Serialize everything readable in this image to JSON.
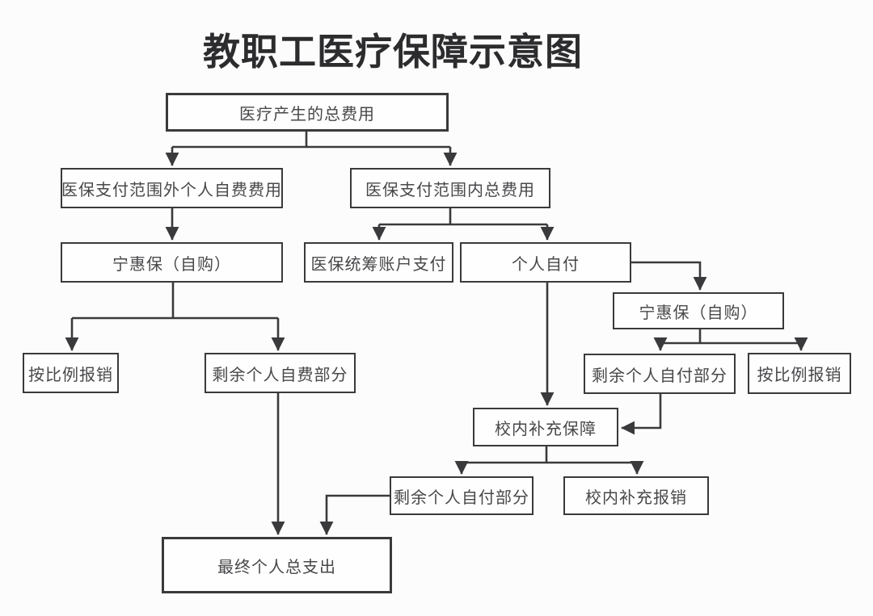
{
  "title": "教职工医疗保障示意图",
  "colors": {
    "page_bg": "#fcfcfc",
    "box_bg": "#fefefe",
    "line": "#3a3a3d",
    "text": "#48484b",
    "title": "#2c2c2e"
  },
  "nodes": {
    "total_cost": {
      "label": "医疗产生的总费用"
    },
    "out_of_scope": {
      "label": "医保支付范围外个人自费费用"
    },
    "in_scope": {
      "label": "医保支付范围内总费用"
    },
    "ninghuibao_left": {
      "label": "宁惠保（自购）"
    },
    "pooled_account": {
      "label": "医保统筹账户支付"
    },
    "self_pay": {
      "label": "个人自付"
    },
    "ninghuibao_right": {
      "label": "宁惠保（自购）"
    },
    "reimburse_left": {
      "label": "按比例报销"
    },
    "remaining_self_funded": {
      "label": "剩余个人自费部分"
    },
    "remaining_self_paid_right": {
      "label": "剩余个人自付部分"
    },
    "reimburse_right": {
      "label": "按比例报销"
    },
    "school_security": {
      "label": "校内补充保障"
    },
    "remaining_self_paid_bottom": {
      "label": "剩余个人自付部分"
    },
    "school_reimburse": {
      "label": "校内补充报销"
    },
    "final_total": {
      "label": "最终个人总支出"
    }
  },
  "edges": [
    [
      "total_cost",
      "out_of_scope"
    ],
    [
      "total_cost",
      "in_scope"
    ],
    [
      "out_of_scope",
      "ninghuibao_left"
    ],
    [
      "ninghuibao_left",
      "reimburse_left"
    ],
    [
      "ninghuibao_left",
      "remaining_self_funded"
    ],
    [
      "in_scope",
      "pooled_account"
    ],
    [
      "in_scope",
      "self_pay"
    ],
    [
      "self_pay",
      "ninghuibao_right"
    ],
    [
      "self_pay",
      "school_security"
    ],
    [
      "ninghuibao_right",
      "remaining_self_paid_right"
    ],
    [
      "ninghuibao_right",
      "reimburse_right"
    ],
    [
      "remaining_self_paid_right",
      "school_security"
    ],
    [
      "school_security",
      "remaining_self_paid_bottom"
    ],
    [
      "school_security",
      "school_reimburse"
    ],
    [
      "remaining_self_paid_bottom",
      "final_total"
    ],
    [
      "remaining_self_funded",
      "final_total"
    ]
  ]
}
